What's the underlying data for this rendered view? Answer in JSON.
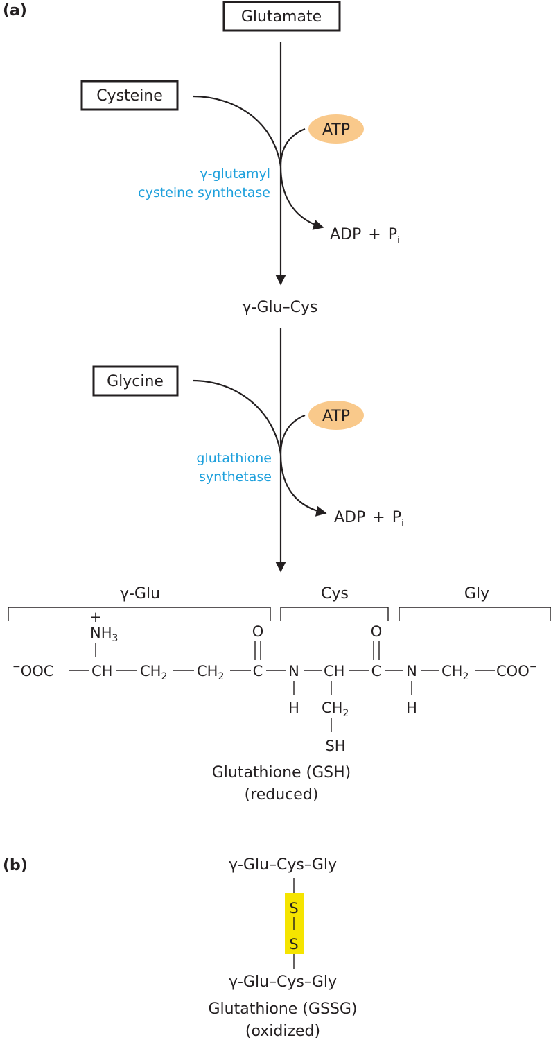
{
  "panels": {
    "a": "(a)",
    "b": "(b)"
  },
  "pathway": {
    "glutamate": "Glutamate",
    "cysteine": "Cysteine",
    "glycine": "Glycine",
    "atp": "ATP",
    "adp": "ADP",
    "plus": "+",
    "pi_base": "P",
    "pi_sub": "i",
    "enzyme1_line1": "γ-glutamyl",
    "enzyme1_line2": "cysteine synthetase",
    "enzyme2_line1": "glutathione",
    "enzyme2_line2": "synthetase",
    "intermediate": "γ-Glu–Cys"
  },
  "structure": {
    "seg_glu": "γ-Glu",
    "seg_cys": "Cys",
    "seg_gly": "Gly",
    "nh3_base": "NH",
    "nh3_sub": "3",
    "plus_charge": "+",
    "minus_charge": "−",
    "ooc": "OOC",
    "ch": "CH",
    "ch2_base": "CH",
    "ch2_sub": "2",
    "c": "C",
    "o": "O",
    "n": "N",
    "h": "H",
    "sh": "SH",
    "coo": "COO",
    "name_line1": "Glutathione (GSH)",
    "name_line2": "(reduced)"
  },
  "oxidized": {
    "top_chain": "γ-Glu–Cys–Gly",
    "bottom_chain": "γ-Glu–Cys–Gly",
    "s1": "S",
    "s2": "S",
    "name_line1": "Glutathione (GSSG)",
    "name_line2": "(oxidized)"
  },
  "colors": {
    "enzyme_text": "#1ea0dc",
    "atp_fill": "#f9c98b",
    "disulfide_highlight": "#f5e400",
    "ink": "#231f20"
  }
}
